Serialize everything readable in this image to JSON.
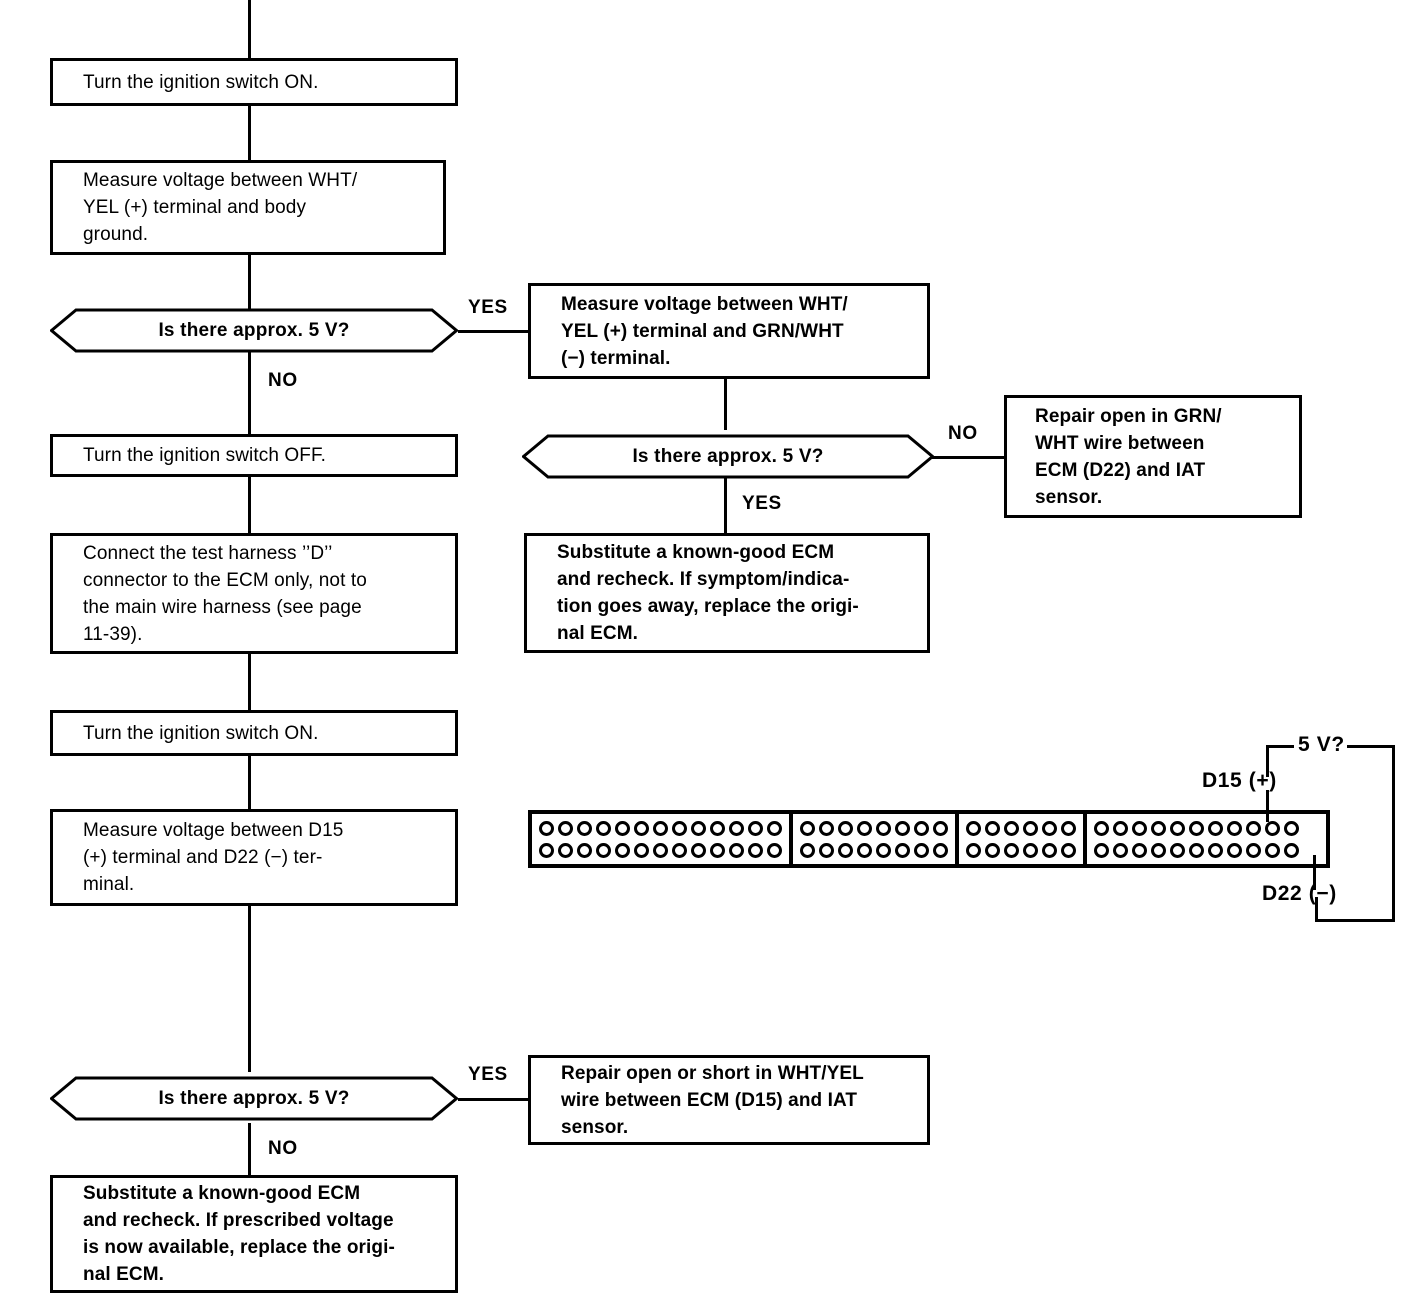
{
  "diagram": {
    "title": "IAT sensor circuit troubleshooting flowchart",
    "type": "flowchart",
    "nodes": {
      "n1_ignition_on_top": "Turn the ignition switch ON.",
      "n2_measure_wht_yel_body": "Measure voltage between WHT/ YEL (+) terminal and body ground.",
      "n3_decision_5v_1": "Is there approx. 5 V?",
      "n4_measure_wht_yel_grn_wht": "Measure voltage between WHT/ YEL (+) terminal and GRN/WHT (−) terminal.",
      "n5_decision_5v_2": "Is there approx. 5 V?",
      "n6_repair_grn_wht": "Repair open in GRN/ WHT wire between ECM (D22) and IAT sensor.",
      "n7_substitute_ecm_symptom": "Substitute a known-good ECM and recheck. If symptom/indication goes away, replace the original ECM.",
      "n8_ignition_off": "Turn the ignition switch OFF.",
      "n9_connect_test_harness": "Connect the test harness \"D\" connector to the ECM only, not to the main wire harness (see page 11-39).",
      "n10_ignition_on_bottom": "Turn the ignition switch ON.",
      "n11_measure_d15_d22": "Measure voltage between D15 (+) terminal and D22 (−) terminal.",
      "n12_decision_5v_3": "Is there approx. 5 V?",
      "n13_repair_wht_yel": "Repair open or short in WHT/YEL wire between ECM (D15) and IAT sensor.",
      "n14_substitute_ecm_voltage": "Substitute a known-good ECM and recheck. If prescribed voltage is now available, replace the original ECM."
    },
    "node_lines": {
      "n2": [
        "Measure voltage between WHT/",
        "YEL  (+)  terminal  and  body",
        "ground."
      ],
      "n4": [
        "Measure voltage between WHT/",
        "YEL (+) terminal and GRN/WHT",
        "(−) terminal."
      ],
      "n6": [
        "Repair  open  in  GRN/",
        "WHT   wire   between",
        "ECM   (D22)   and   IAT",
        "sensor."
      ],
      "n7": [
        "Substitute  a  known-good  ECM",
        "and recheck. If symptom/indica-",
        "tion goes away, replace the origi-",
        "nal ECM."
      ],
      "n9": [
        "Connect  the  test  harness  ’’D’’",
        "connector to the ECM only, not to",
        "the main wire harness (see page",
        "11-39)."
      ],
      "n11": [
        "Measure  voltage  between  D15",
        "(+)  terminal  and  D22  (−)  ter-",
        "minal."
      ],
      "n13": [
        "Repair open or short in WHT/YEL",
        "wire between ECM (D15) and IAT",
        "sensor."
      ],
      "n14": [
        "Substitute  a  known-good  ECM",
        "and recheck. If prescribed voltage",
        "is now available, replace the origi-",
        "nal ECM."
      ]
    },
    "edge_labels": {
      "yes_1": "YES",
      "no_1": "NO",
      "no_2": "NO",
      "yes_2": "YES",
      "yes_3": "YES",
      "no_3": "NO"
    },
    "connector": {
      "name": "ECM connector D",
      "segments": [
        13,
        8,
        6,
        11
      ],
      "rows": 2,
      "callouts": {
        "voltage": "5 V?",
        "positive_pin": "D15 (+)",
        "negative_pin": "D22 (−)"
      },
      "positive_pin_index": 8,
      "negative_pin_index": 11
    },
    "colors": {
      "line": "#000000",
      "background": "#ffffff"
    }
  }
}
